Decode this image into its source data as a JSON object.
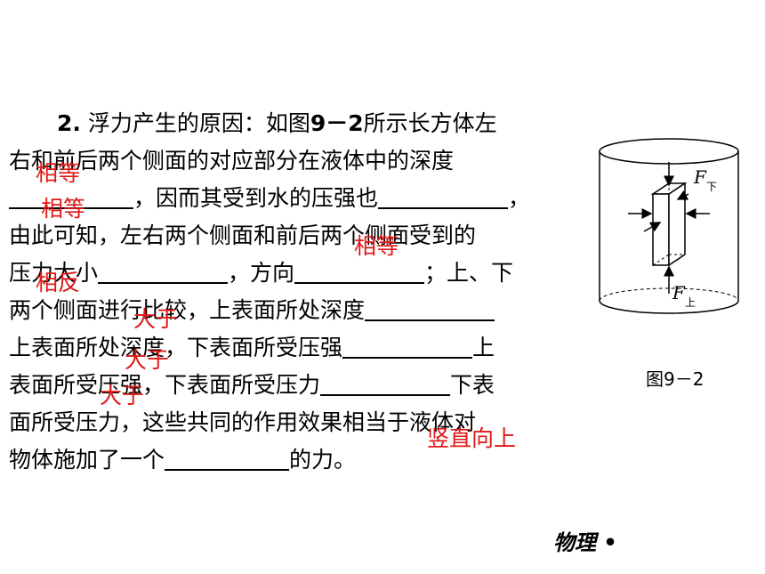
{
  "question": {
    "number": "2.",
    "l1": "浮力产生的原因：如图",
    "l1_fig": "9－2",
    "l1b": "所示长方体左",
    "l2": "右和前后两个侧面的对应部分在液体中的深度",
    "l3b": "，因而其受到水的压强也",
    "l3c": "，",
    "l4": "由此可知，左右两个侧面和前后两个侧面受到的",
    "l5a": "压力大小",
    "l5b": "，方向",
    "l5c": "；上、下",
    "l6": "两个侧面进行比较，上表面所处深度",
    "l7a": "上表面所处深度，下表面所受压强",
    "l7b": "上",
    "l8a": "表面所受压强，下表面所受压力",
    "l8b": "下表",
    "l9": "面所受压力，这些共同的作用效果相当于液体对",
    "l10a": "物体施加了一个",
    "l10b": "的力。"
  },
  "answers": [
    "相等",
    "相等",
    "相等",
    "相反",
    "大于",
    "大于",
    "大于",
    "竖直向上"
  ],
  "colors": {
    "answer": "#e01818",
    "text": "#000000"
  },
  "figure": {
    "caption": "图9－2",
    "label_top": "F",
    "label_top_sub": "下",
    "label_bottom": "F",
    "label_bottom_sub": "上"
  },
  "footer": {
    "subject": "物理 •"
  }
}
